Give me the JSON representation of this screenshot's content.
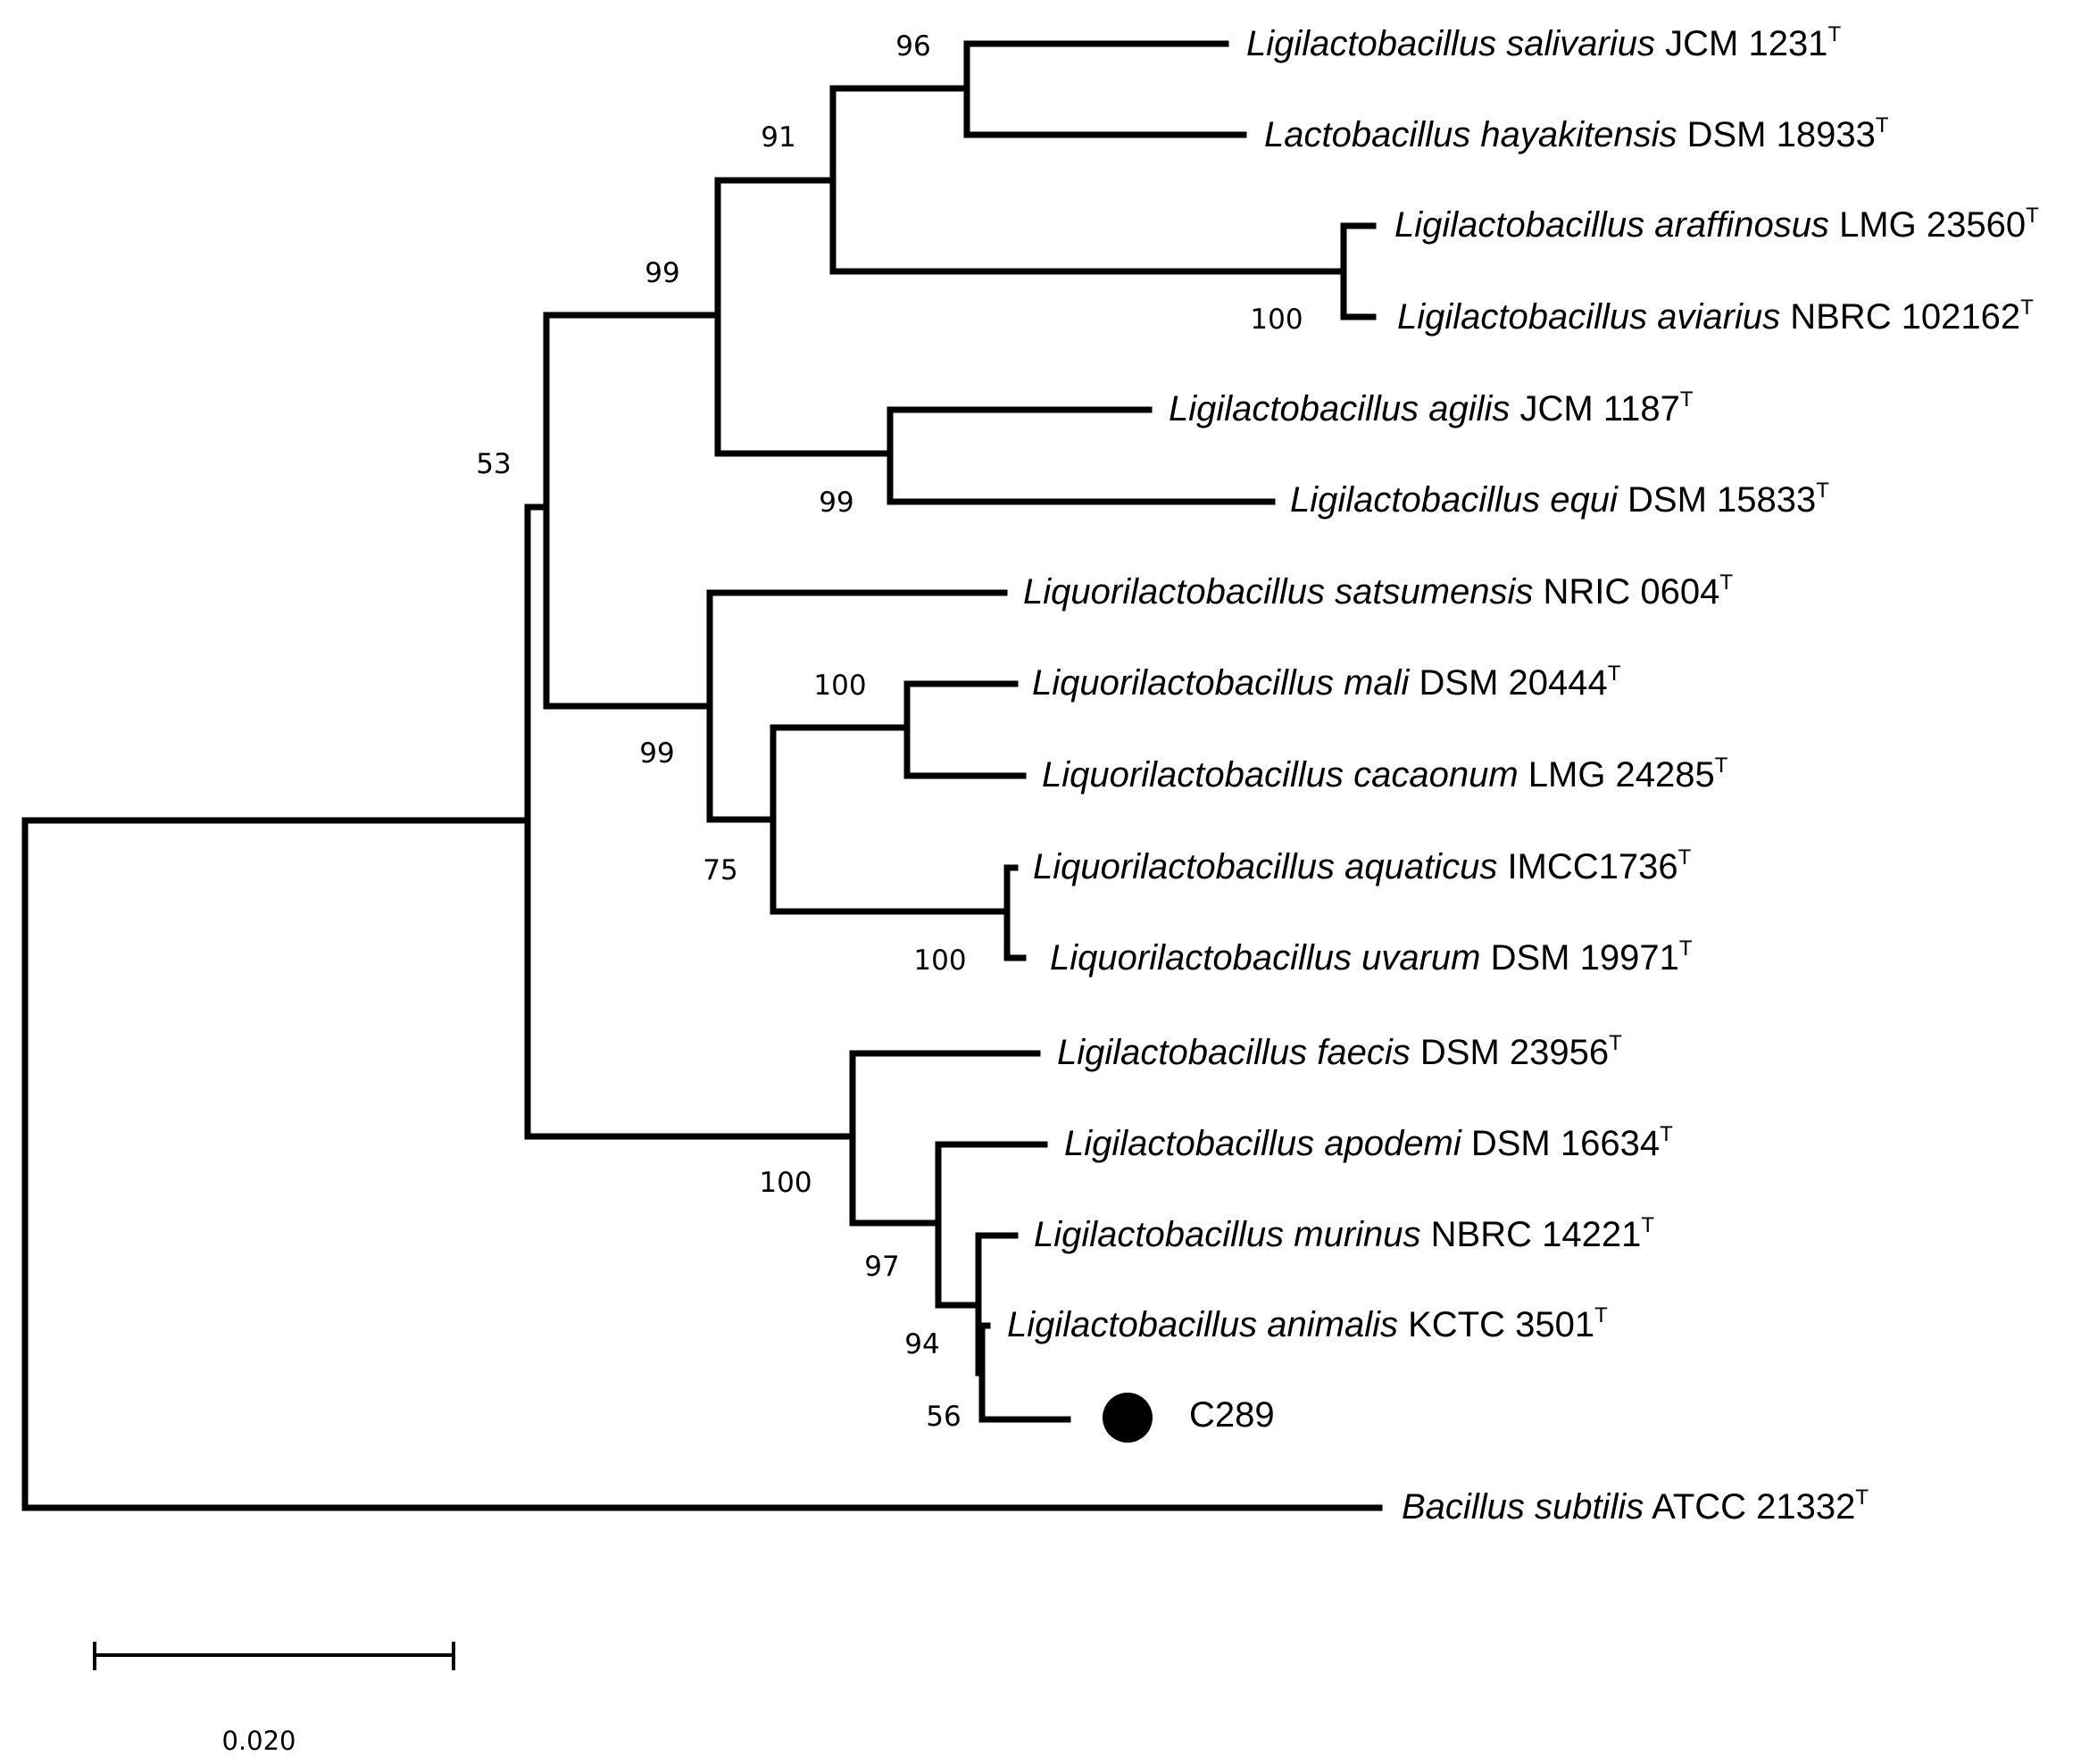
{
  "taxa": [
    {
      "genus_species": "Ligilactobacillus salivarius",
      "strain": "JCM 1231",
      "sup": "T"
    },
    {
      "genus_species": "Lactobacillus hayakitensis",
      "strain": "DSM 18933",
      "sup": "T"
    },
    {
      "genus_species": "Ligilactobacillus araffinosus",
      "strain": "LMG 23560",
      "sup": "T"
    },
    {
      "genus_species": "Ligilactobacillus aviarius",
      "strain": "NBRC 102162",
      "sup": "T"
    },
    {
      "genus_species": "Ligilactobacillus agilis",
      "strain": "JCM 1187",
      "sup": "T"
    },
    {
      "genus_species": "Ligilactobacillus equi",
      "strain": "DSM 15833",
      "sup": "T"
    },
    {
      "genus_species": "Liquorilactobacillus satsumensis",
      "strain": "NRIC 0604",
      "sup": "T"
    },
    {
      "genus_species": "Liquorilactobacillus mali",
      "strain": "DSM 20444",
      "sup": "T"
    },
    {
      "genus_species": "Liquorilactobacillus cacaonum",
      "strain": "LMG 24285",
      "sup": "T"
    },
    {
      "genus_species": "Liquorilactobacillus aquaticus",
      "strain": "IMCC1736",
      "sup": "T"
    },
    {
      "genus_species": "Liquorilactobacillus uvarum",
      "strain": "DSM 19971",
      "sup": "T"
    },
    {
      "genus_species": "Ligilactobacillus faecis",
      "strain": "DSM 23956",
      "sup": "T"
    },
    {
      "genus_species": "Ligilactobacillus apodemi",
      "strain": "DSM 16634",
      "sup": "T"
    },
    {
      "genus_species": "Ligilactobacillus murinus",
      "strain": "NBRC 14221",
      "sup": "T"
    },
    {
      "genus_species": "Ligilactobacillus animalis",
      "strain": "KCTC 3501",
      "sup": "T"
    },
    {
      "genus_species": "",
      "strain": "C289",
      "sup": ""
    },
    {
      "genus_species": "Bacillus subtilis",
      "strain": "ATCC 21332",
      "sup": "T"
    }
  ],
  "bootstrap": {
    "salivarius_hayakitensis": "96",
    "salivarius_araffinosus_group": "91",
    "araffinosus_aviarius": "100",
    "upper_clade": "99",
    "agilis_equi": "99",
    "root_ingroup": "53",
    "liquorilactobacillus": "99",
    "mali_cacaonum": "100",
    "mali_to_uvarum": "75",
    "aquaticus_uvarum": "100",
    "faecis_group": "100",
    "apodemi_group": "97",
    "murinus_group": "94",
    "animalis_c289": "56"
  },
  "marker_icon": "filled-circle",
  "scale_bar": {
    "label": "0.020"
  }
}
